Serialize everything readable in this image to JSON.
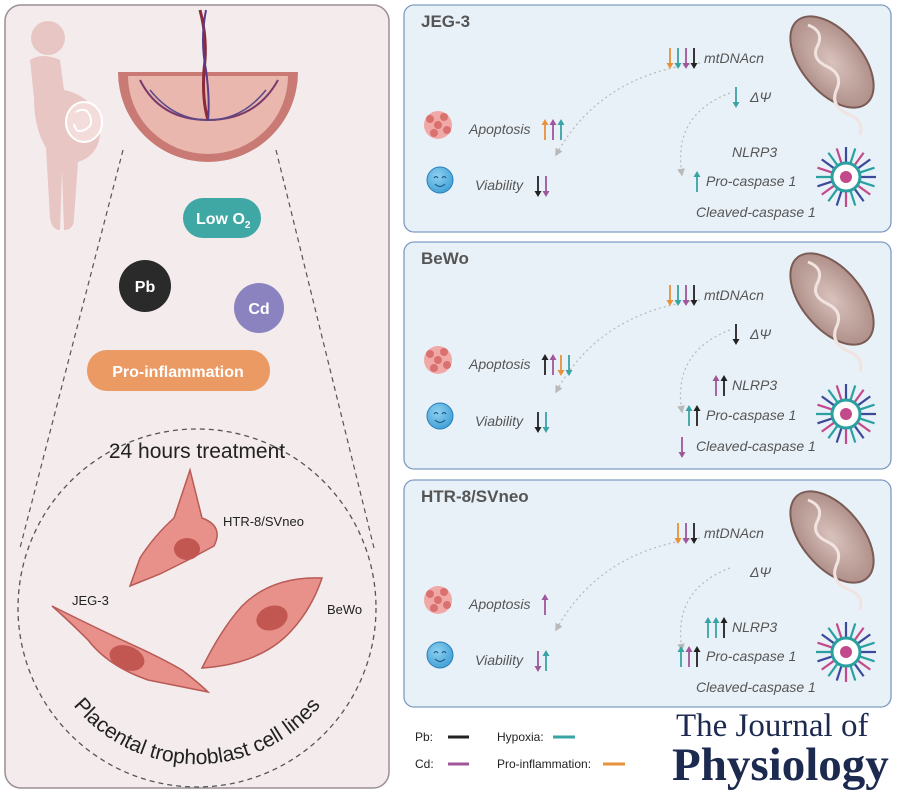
{
  "left": {
    "low_o2_label": "Low O",
    "low_o2_sub": "2",
    "pb_label": "Pb",
    "cd_label": "Cd",
    "proinflammation_label": "Pro-inflammation",
    "treatment_label": "24 hours treatment",
    "cell_lines_label": "Placental trophoblast cell lines",
    "cells": {
      "htr": "HTR-8/SVneo",
      "jeg": "JEG-3",
      "bewo": "BeWo"
    }
  },
  "panels": [
    {
      "title": "JEG-3",
      "mtdna": "mtDNAcn",
      "dpsi": "ΔΨ",
      "apoptosis": "Apoptosis",
      "viability": "Viability",
      "nlrp3": "NLRP3",
      "procasp": "Pro-caspase 1",
      "cleaved": "Cleaved-caspase 1",
      "arrows": {
        "mtdna": [
          [
            "down",
            "pro"
          ],
          [
            "down",
            "hyp"
          ],
          [
            "down",
            "cd"
          ],
          [
            "down",
            "pb"
          ]
        ],
        "dpsi": [
          [
            "down",
            "hyp"
          ]
        ],
        "apoptosis": [
          [
            "up",
            "pro"
          ],
          [
            "up",
            "cd"
          ],
          [
            "up",
            "hyp"
          ]
        ],
        "viability": [
          [
            "down",
            "pb"
          ],
          [
            "down",
            "cd"
          ]
        ],
        "nlrp3": [],
        "procasp": [
          [
            "up",
            "hyp"
          ]
        ],
        "cleaved": []
      }
    },
    {
      "title": "BeWo",
      "mtdna": "mtDNAcn",
      "dpsi": "ΔΨ",
      "apoptosis": "Apoptosis",
      "viability": "Viability",
      "nlrp3": "NLRP3",
      "procasp": "Pro-caspase 1",
      "cleaved": "Cleaved-caspase 1",
      "arrows": {
        "mtdna": [
          [
            "down",
            "pro"
          ],
          [
            "down",
            "hyp"
          ],
          [
            "down",
            "cd"
          ],
          [
            "down",
            "pb"
          ]
        ],
        "dpsi": [
          [
            "down",
            "pb"
          ]
        ],
        "apoptosis": [
          [
            "up",
            "pb"
          ],
          [
            "up",
            "cd"
          ],
          [
            "down",
            "pro"
          ],
          [
            "down",
            "hyp"
          ]
        ],
        "viability": [
          [
            "down",
            "pb"
          ],
          [
            "down",
            "hyp"
          ]
        ],
        "nlrp3": [
          [
            "up",
            "cd"
          ],
          [
            "up",
            "pb"
          ]
        ],
        "procasp": [
          [
            "up",
            "hyp"
          ],
          [
            "up",
            "pb"
          ]
        ],
        "cleaved": [
          [
            "down",
            "cd"
          ]
        ]
      }
    },
    {
      "title": "HTR-8/SVneo",
      "mtdna": "mtDNAcn",
      "dpsi": "ΔΨ",
      "apoptosis": "Apoptosis",
      "viability": "Viability",
      "nlrp3": "NLRP3",
      "procasp": "Pro-caspase 1",
      "cleaved": "Cleaved-caspase 1",
      "arrows": {
        "mtdna": [
          [
            "down",
            "pro"
          ],
          [
            "down",
            "cd"
          ],
          [
            "down",
            "pb"
          ]
        ],
        "dpsi": [],
        "apoptosis": [
          [
            "up",
            "cd"
          ]
        ],
        "viability": [
          [
            "down",
            "cd"
          ],
          [
            "up",
            "hyp"
          ]
        ],
        "nlrp3": [
          [
            "up",
            "hyp"
          ],
          [
            "up",
            "hyp"
          ],
          [
            "up",
            "pb"
          ]
        ],
        "procasp": [
          [
            "up",
            "hyp"
          ],
          [
            "up",
            "cd"
          ],
          [
            "up",
            "pb"
          ]
        ],
        "cleaved": []
      }
    }
  ],
  "legend": {
    "pb": "Pb:",
    "cd": "Cd:",
    "hypoxia": "Hypoxia:",
    "proinflammation": "Pro-inflammation:"
  },
  "journal": {
    "line1": "The Journal of",
    "line2": "Physiology"
  },
  "colors": {
    "pb": "#222222",
    "cd": "#a0569b",
    "hyp": "#3aa3a3",
    "pro": "#e8923a",
    "panel_bg": "#e9f1f8",
    "panel_border": "#7c9cc0",
    "left_bg": "#f4ecec",
    "left_border": "#9a8f95",
    "low_o2": "#3fa7a4",
    "pb_circle": "#2a2a2a",
    "cd_circle": "#8b83bf",
    "proinflam": "#ec9a64"
  }
}
